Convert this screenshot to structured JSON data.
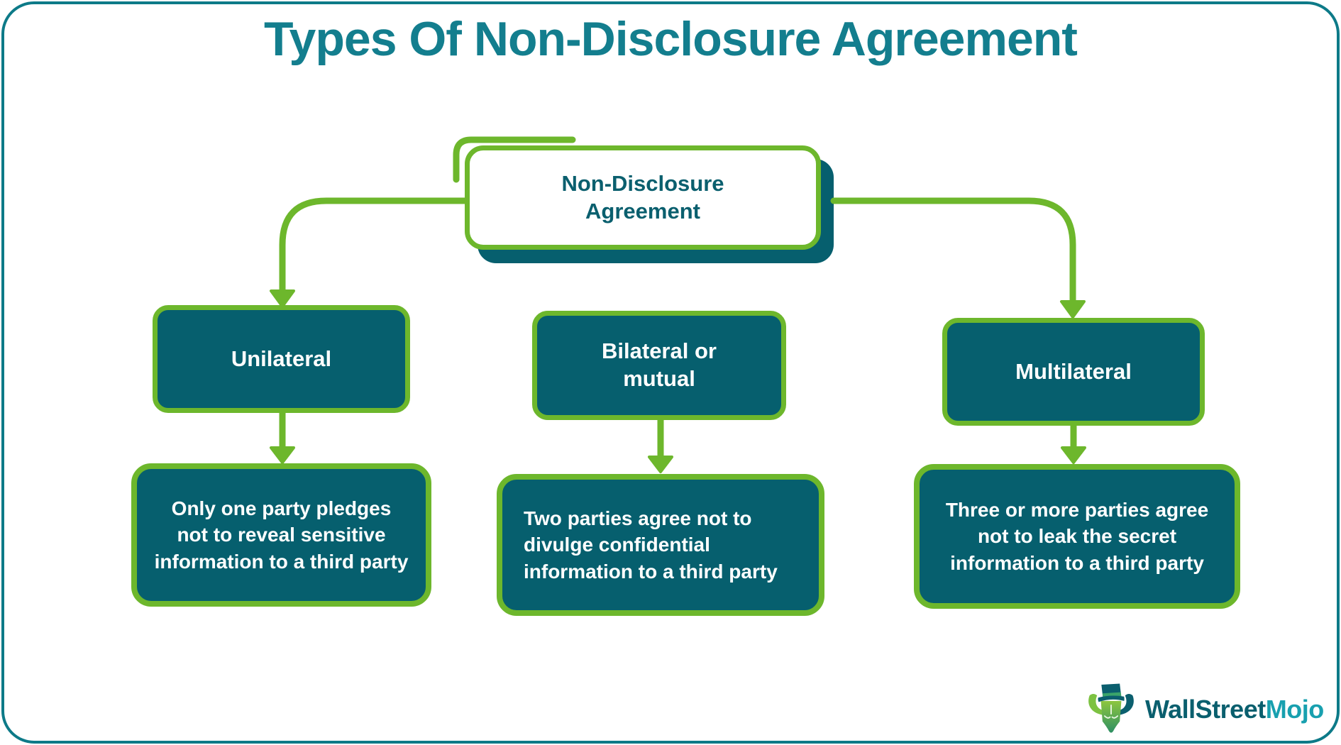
{
  "title": "Types Of Non-Disclosure Agreement",
  "root_box": {
    "label": "Non-Disclosure Agreement"
  },
  "branches": [
    {
      "type_label": "Unilateral",
      "description": "Only one party pledges not to reveal sensitive information to a third party"
    },
    {
      "type_label": "Bilateral or mutual",
      "description": "Two parties agree not to divulge confidential information to a third party"
    },
    {
      "type_label": "Multilateral",
      "description": "Three or more parties agree not to leak the secret information to a third party"
    }
  ],
  "logo": {
    "brand_primary": "WallStreet",
    "brand_accent": "Mojo"
  },
  "colors": {
    "frame_border": "#0d7a88",
    "title_text": "#137e8e",
    "connector_green": "#6db72c",
    "box_fill_teal": "#065f6e",
    "box_text_white": "#ffffff",
    "root_text_teal": "#0a5f6e",
    "logo_primary": "#0a5f6e",
    "logo_accent": "#18a0af"
  }
}
